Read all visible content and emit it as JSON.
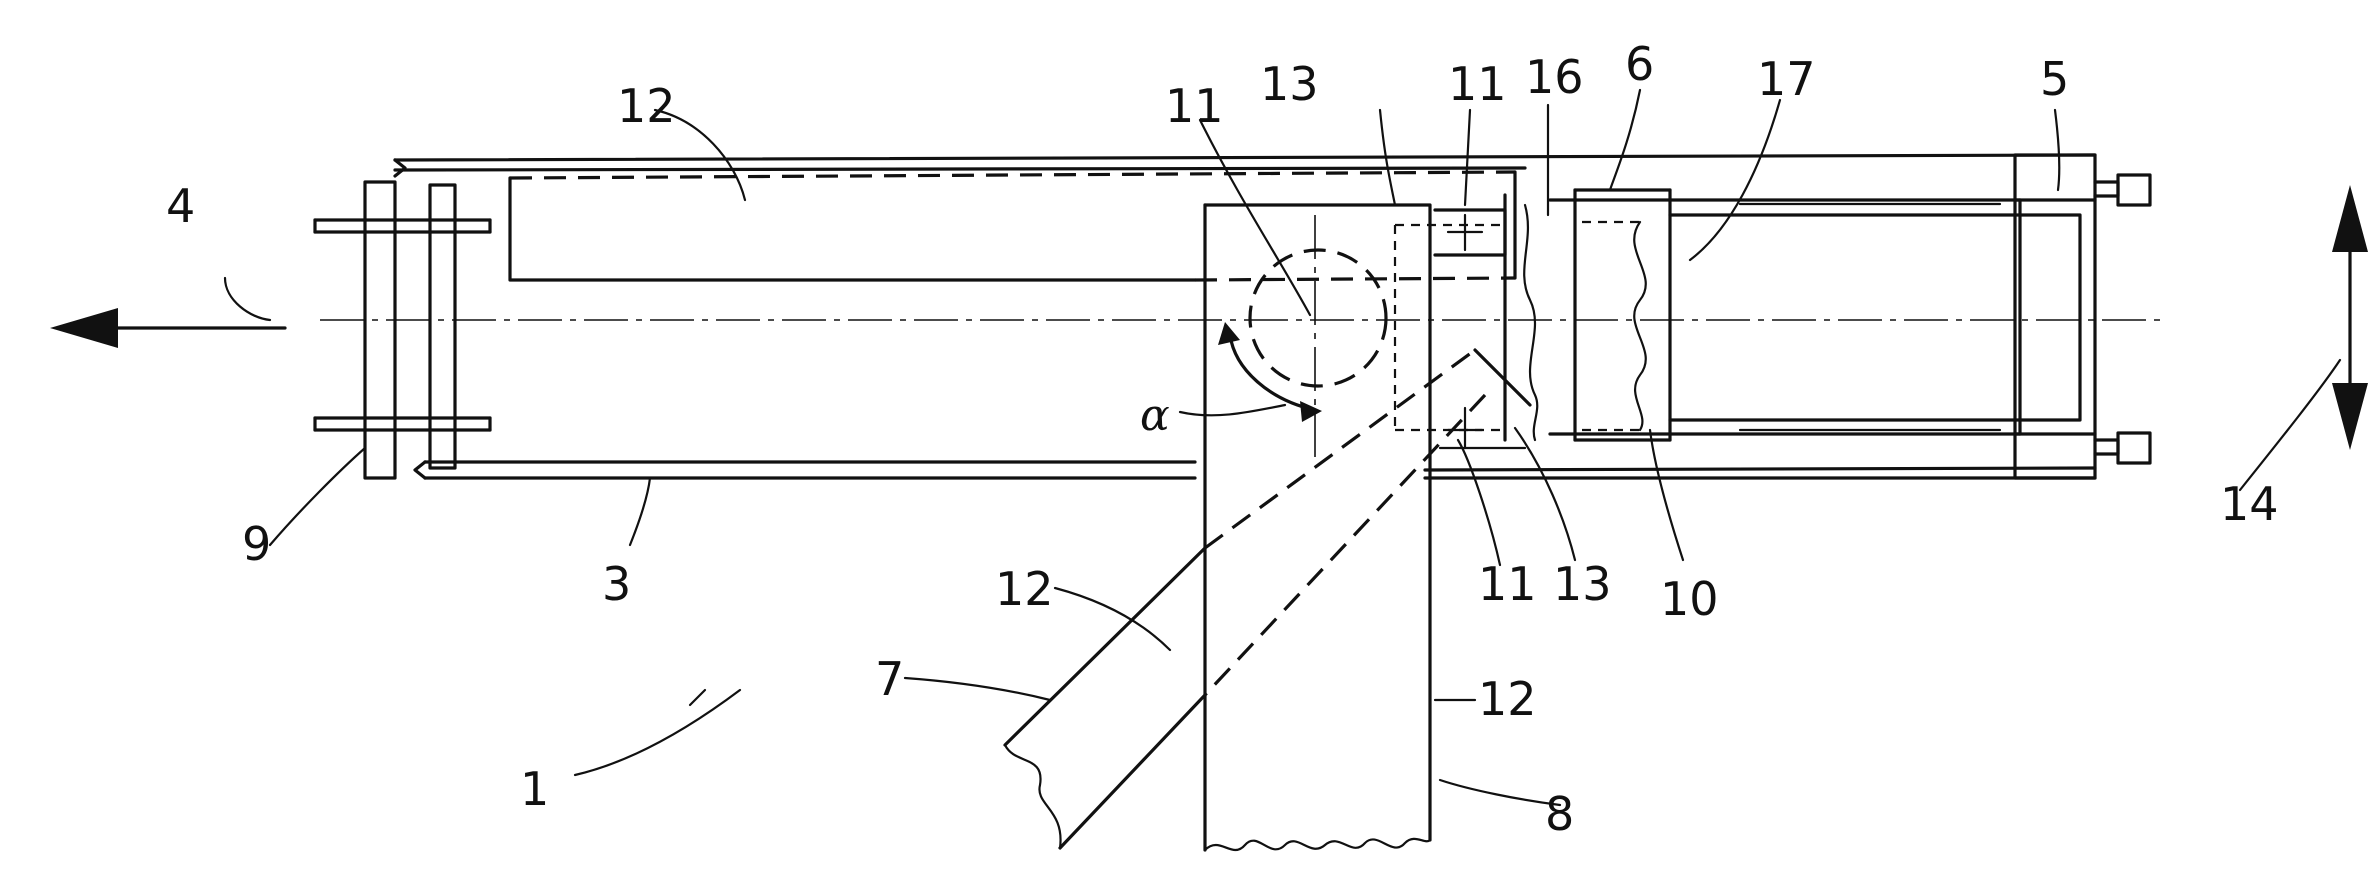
{
  "figure": {
    "reference_labels": {
      "r1": "1",
      "r3": "3",
      "r4": "4",
      "r5": "5",
      "r6": "6",
      "r7": "7",
      "r8": "8",
      "r9": "9",
      "r10": "10",
      "r11_a": "11",
      "r11_b": "11",
      "r11_c": "11",
      "r12_a": "12",
      "r12_b": "12",
      "r12_c": "12",
      "r13_a": "13",
      "r13_b": "13",
      "r14": "14",
      "r16": "16",
      "r17": "17"
    },
    "angle_label": "α"
  }
}
